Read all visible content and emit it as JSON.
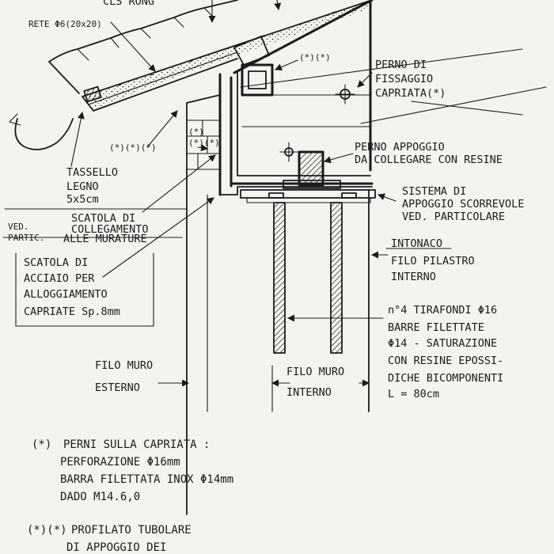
{
  "labels": {
    "cls_top": "CLS RONG",
    "rete": "RETE Φ6(20x20)",
    "star2_a": "(*)(*)",
    "perno_fissaggio": [
      "PERNO DI",
      "FISSAGGIO",
      "CAPRIATA(*)"
    ],
    "tassello": [
      "TASSELLO",
      "LEGNO",
      "5x5cm"
    ],
    "star3": "(*)(*)(*)",
    "star2_b": [
      "(*)",
      "(*)(*)"
    ],
    "perno_appoggio": [
      "PERNO APPOGGIO",
      "DA COLLEGARE CON RESINE"
    ],
    "scatola_collegamento": [
      "SCATOLA DI",
      "COLLEGAMENTO",
      "ALLE MURATURE"
    ],
    "ved_partic": [
      "VED.",
      "PARTIC."
    ],
    "sistema": [
      "SISTEMA DI",
      "APPOGGIO SCORREVOLE",
      "VED. PARTICOLARE"
    ],
    "scatola_acciaio": [
      "SCATOLA DI",
      "ACCIAIO PER",
      "ALLOGGIAMENTO",
      "CAPRIATE Sp.8mm"
    ],
    "intonaco": [
      "INTONACO",
      "FILO PILASTRO",
      "INTERNO"
    ],
    "tirafondi": [
      "n°4 TIRAFONDI Φ16",
      "BARRE FILETTATE",
      "Φ14 - SATURAZIONE",
      "CON RESINE EPOSSI-",
      "DICHE BICOMPONENTI",
      "L = 80cm"
    ],
    "filo_esterno": [
      "FILO MURO",
      "ESTERNO"
    ],
    "filo_interno": [
      "FILO MURO",
      "INTERNO"
    ]
  },
  "notes": [
    {
      "marker": "(*)",
      "lines": [
        "PERNI SULLA CAPRIATA :",
        "PERFORAZIONE Φ16mm",
        "BARRA FILETTATA INOX Φ14mm",
        "DADO M14.6,0"
      ]
    },
    {
      "marker": "(*)(*)",
      "lines": [
        "PROFILATO TUBOLARE",
        "DI APPOGGIO DEI"
      ]
    }
  ]
}
